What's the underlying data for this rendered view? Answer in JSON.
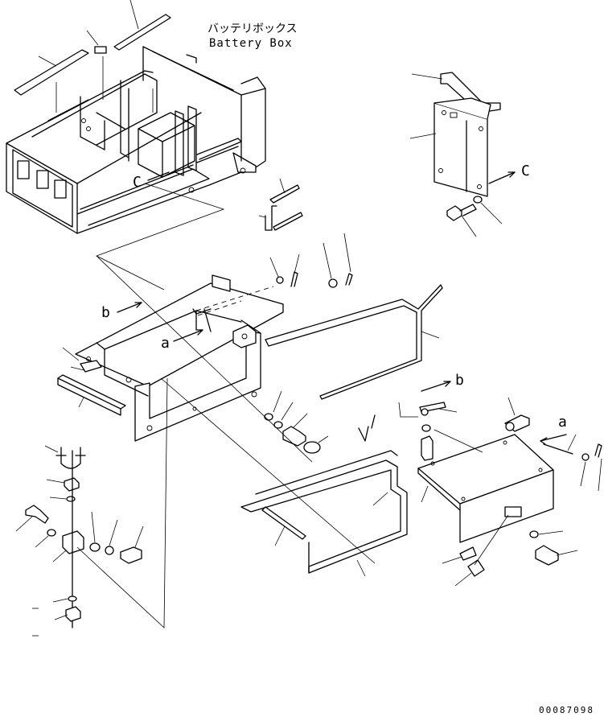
{
  "title_jp": "バッテリボックス",
  "title_en": "Battery Box",
  "view_labels": {
    "c_left": "C",
    "c_right": "C",
    "b_left": "b",
    "b_right": "b",
    "a_left": "a",
    "a_right": "a"
  },
  "drawing_number": "00087098",
  "colors": {
    "line": "#000000",
    "background": "#ffffff"
  }
}
